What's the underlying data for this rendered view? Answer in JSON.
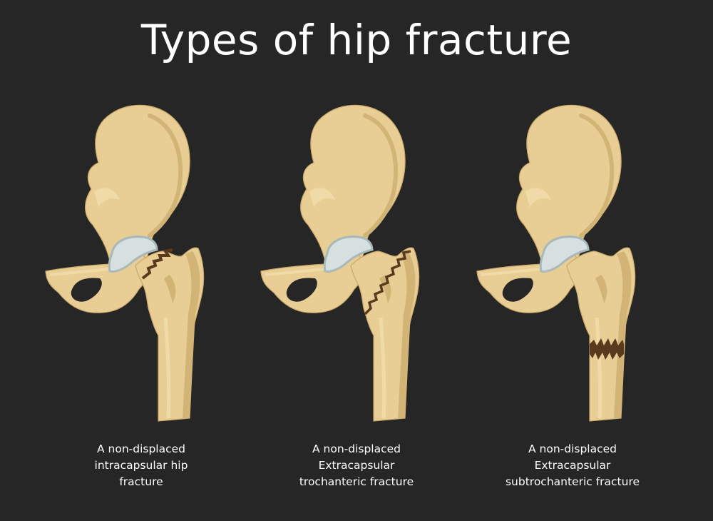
{
  "title": "Types of hip fracture",
  "colors": {
    "background": "#262626",
    "bone": "#E8CE94",
    "bone_light": "#F0DBA8",
    "bone_shadow": "#D2B477",
    "bone_outline": "#C9A86A",
    "cartilage": "#D6E0E0",
    "cartilage_edge": "#A9B8B8",
    "fracture": "#5A3A1E",
    "text": "#FFFFFF"
  },
  "panels": [
    {
      "id": "intracapsular",
      "fracture_location": "femoral-neck",
      "caption_lines": [
        "A non-displaced",
        "intracapsular hip",
        "fracture"
      ]
    },
    {
      "id": "trochanteric",
      "fracture_location": "intertrochanteric",
      "caption_lines": [
        "A non-displaced",
        "Extracapsular",
        "trochanteric fracture"
      ]
    },
    {
      "id": "subtrochanteric",
      "fracture_location": "femoral-shaft",
      "caption_lines": [
        "A non-displaced",
        "Extracapsular",
        "subtrochanteric fracture"
      ]
    }
  ]
}
